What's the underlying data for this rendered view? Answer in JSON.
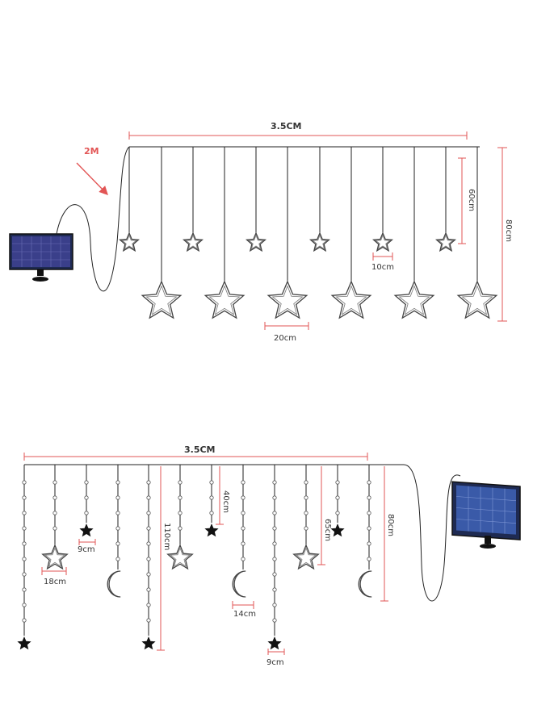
{
  "colors": {
    "wire": "#222222",
    "dimension": "#e25555",
    "panel": "#1e2a52",
    "panel_alt": "#3a3f8a",
    "star_fill": "#111111",
    "background": "#ffffff"
  },
  "top": {
    "arrow_label": "2M",
    "width_label": "3.5CM",
    "height_short_label": "60cm",
    "height_long_label": "80cm",
    "small_star_label": "10cm",
    "big_star_label": "20cm"
  },
  "bottom": {
    "width_label": "3.5CM",
    "labels": {
      "star_9cm_a": "9cm",
      "star_18cm": "18cm",
      "len_110cm": "110cm",
      "len_40cm": "40cm",
      "moon_14cm": "14cm",
      "star_9cm_b": "9cm",
      "len_65cm": "65cm",
      "len_80cm": "80cm"
    }
  }
}
